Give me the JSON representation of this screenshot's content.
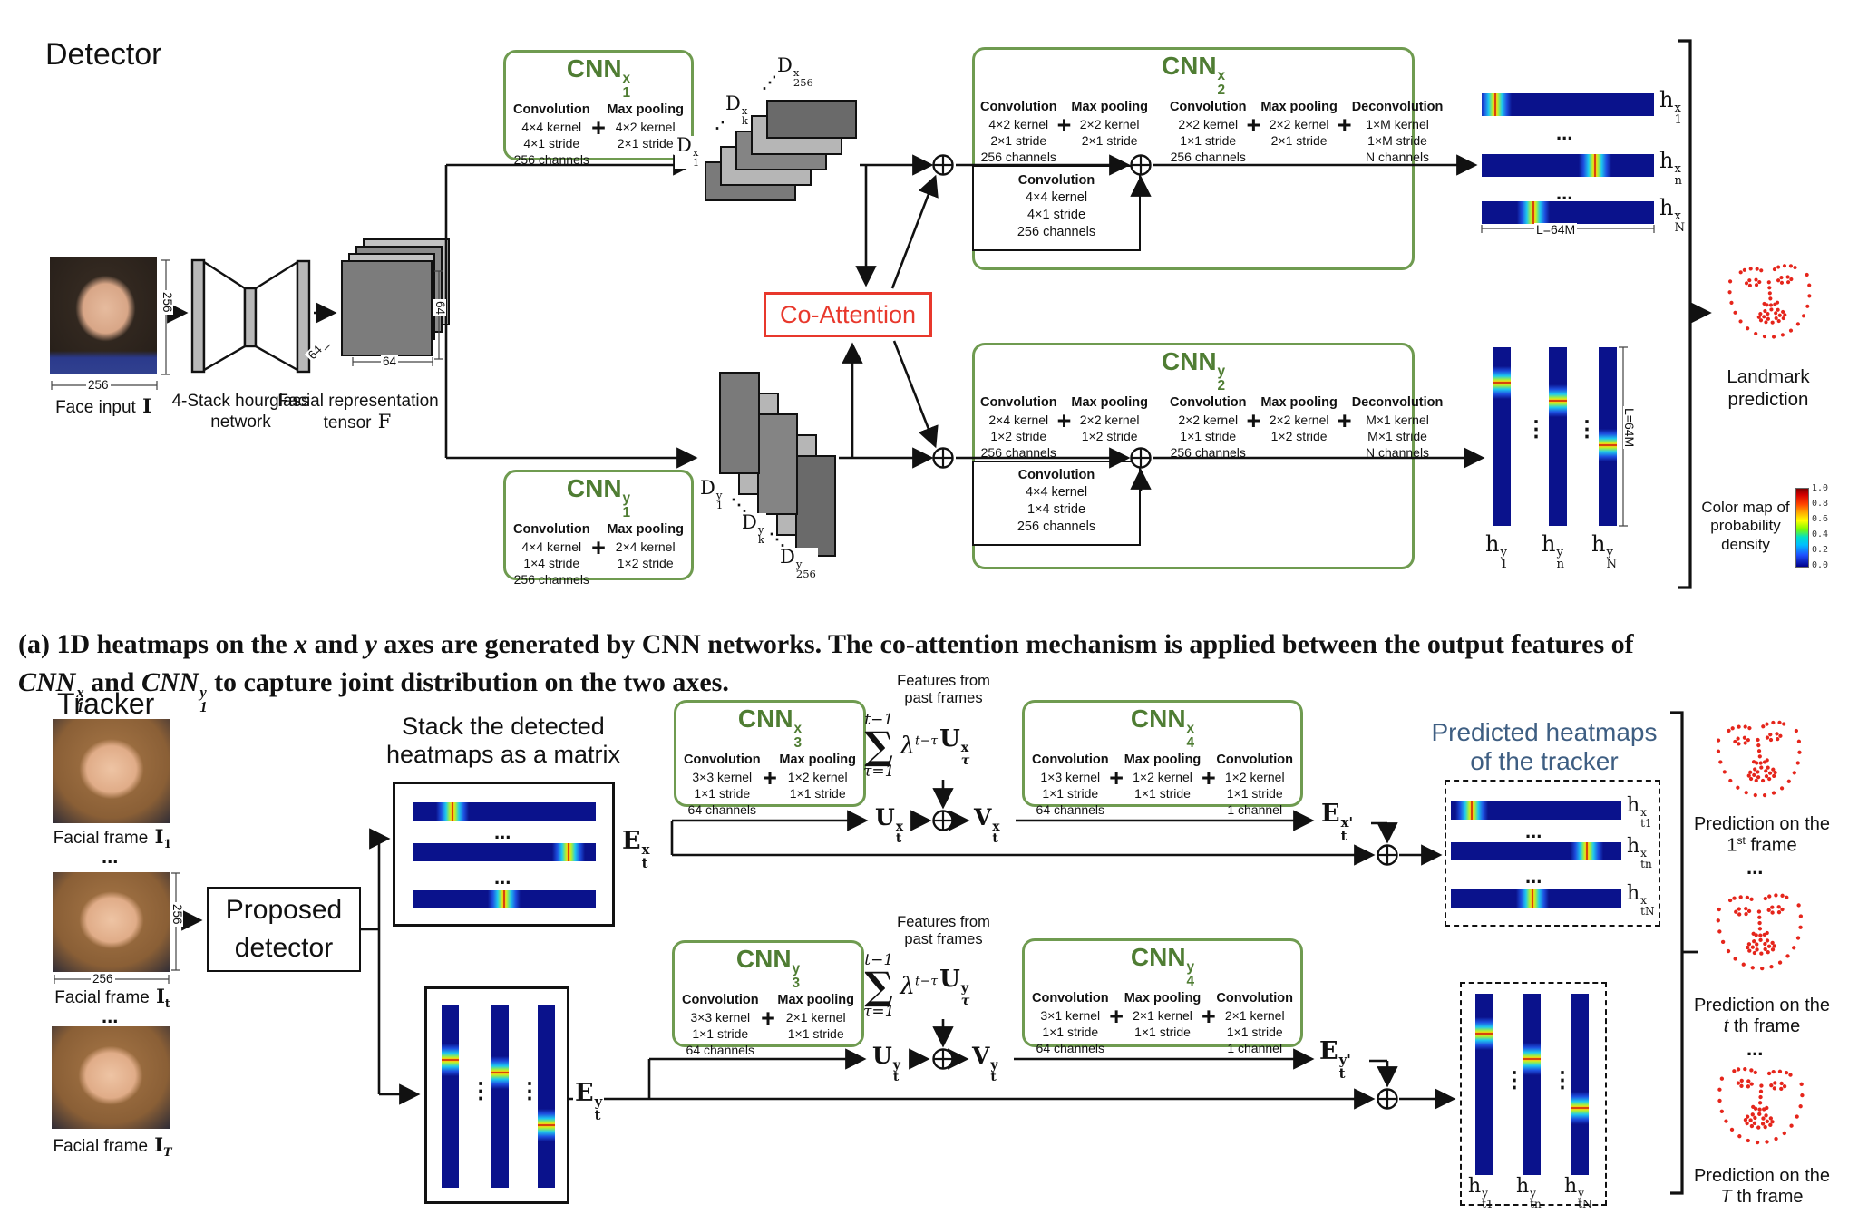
{
  "symbols": {
    "plus": "+",
    "hdots": "...",
    "vdots": "⋮",
    "udots": "⋰",
    "ddots": "⋱"
  },
  "colors": {
    "green_border": "#6f9b50",
    "green_text": "#4f7d33",
    "red": "#e8382c",
    "navy": "#0a128c",
    "steel_blue": "#3e5e82",
    "dot_red": "#e5251b"
  },
  "detector": {
    "title": "Detector",
    "face_label": "Face input",
    "face_sym": "I",
    "dim_256": "256",
    "dim_64": "64",
    "hourglass_label": "4-Stack hourglass network",
    "tensor_label": "Facial representation tensor",
    "tensor_sym": "F",
    "cnn1x": {
      "base": "CNN",
      "sub": "1",
      "sup": "x",
      "conv_title": "Convolution",
      "conv_lines": [
        "4×4 kernel",
        "4×1 stride",
        "256 channels"
      ],
      "pool_title": "Max pooling",
      "pool_lines": [
        "4×2 kernel",
        "2×1 stride"
      ]
    },
    "cnn1y": {
      "base": "CNN",
      "sub": "1",
      "sup": "y",
      "conv_title": "Convolution",
      "conv_lines": [
        "4×4 kernel",
        "1×4 stride",
        "256 channels"
      ],
      "pool_title": "Max pooling",
      "pool_lines": [
        "2×4 kernel",
        "1×2 stride"
      ]
    },
    "dx": [
      {
        "base": "D",
        "sub": "1",
        "sup": "x"
      },
      {
        "base": "D",
        "sub": "k",
        "sup": "x"
      },
      {
        "base": "D",
        "sub": "256",
        "sup": "x"
      }
    ],
    "dy": [
      {
        "base": "D",
        "sub": "1",
        "sup": "y"
      },
      {
        "base": "D",
        "sub": "k",
        "sup": "y"
      },
      {
        "base": "D",
        "sub": "256",
        "sup": "y"
      }
    ],
    "co_attention": "Co-Attention",
    "cnn2x": {
      "base": "CNN",
      "sub": "2",
      "sup": "x",
      "cols": [
        {
          "title": "Convolution",
          "lines": [
            "4×2 kernel",
            "2×1 stride",
            "256 channels"
          ]
        },
        {
          "title": "Max pooling",
          "lines": [
            "2×2 kernel",
            "2×1 stride"
          ]
        },
        {
          "title": "Convolution",
          "lines": [
            "2×2 kernel",
            "1×1 stride",
            "256 channels"
          ]
        },
        {
          "title": "Max pooling",
          "lines": [
            "2×2 kernel",
            "2×1 stride"
          ]
        },
        {
          "title": "Deconvolution",
          "lines": [
            "1×M kernel",
            "1×M stride",
            "N channels"
          ]
        }
      ],
      "inner_title": "Convolution",
      "inner_lines": [
        "4×4 kernel",
        "4×1 stride",
        "256 channels"
      ]
    },
    "cnn2y": {
      "base": "CNN",
      "sub": "2",
      "sup": "y",
      "cols": [
        {
          "title": "Convolution",
          "lines": [
            "2×4 kernel",
            "1×2 stride",
            "256 channels"
          ]
        },
        {
          "title": "Max pooling",
          "lines": [
            "2×2 kernel",
            "1×2 stride"
          ]
        },
        {
          "title": "Convolution",
          "lines": [
            "2×2 kernel",
            "1×1 stride",
            "256 channels"
          ]
        },
        {
          "title": "Max pooling",
          "lines": [
            "2×2 kernel",
            "1×2 stride"
          ]
        },
        {
          "title": "Deconvolution",
          "lines": [
            "M×1 kernel",
            "M×1 stride",
            "N channels"
          ]
        }
      ],
      "inner_title": "Convolution",
      "inner_lines": [
        "4×4 kernel",
        "1×4 stride",
        "256 channels"
      ]
    },
    "hx": [
      {
        "base": "h",
        "sub": "1",
        "sup": "x"
      },
      {
        "base": "h",
        "sub": "n",
        "sup": "x"
      },
      {
        "base": "h",
        "sub": "N",
        "sup": "x"
      }
    ],
    "hy": [
      {
        "base": "h",
        "sub": "1",
        "sup": "y"
      },
      {
        "base": "h",
        "sub": "n",
        "sup": "y"
      },
      {
        "base": "h",
        "sub": "N",
        "sup": "y"
      }
    ],
    "heatmap_dim": "L=64M",
    "landmark_label": "Landmark prediction",
    "colormap_label": "Color map of probability density",
    "colormap_ticks": [
      "1.0",
      "0.8",
      "0.6",
      "0.4",
      "0.2",
      "0.0"
    ]
  },
  "caption": {
    "a": "(a) 1D heatmaps on the ",
    "x": "x",
    "b": " and ",
    "y": "y",
    "c": " axes are generated by CNN networks. The co-attention mechanism is applied between the output features of",
    "cnn1": {
      "base": "CNN",
      "sub": "1",
      "sup": "x"
    },
    "d": " and ",
    "cnn2": {
      "base": "CNN",
      "sub": "1",
      "sup": "y"
    },
    "e": " to capture joint distribution on the two axes."
  },
  "tracker": {
    "title": "Tracker",
    "frames": [
      {
        "label": "Facial frame",
        "sym": "I",
        "sub": "1"
      },
      {
        "label": "Facial frame",
        "sym": "I",
        "sub": "t"
      },
      {
        "label": "Facial frame",
        "sym": "I",
        "sub": "T"
      }
    ],
    "dim_256": "256",
    "proposed_detector": "Proposed detector",
    "stack_line1": "Stack the detected",
    "stack_line2": "heatmaps as a matrix",
    "ex": {
      "base": "E",
      "sub": "t",
      "sup": "x"
    },
    "ey": {
      "base": "E",
      "sub": "t",
      "sup": "y"
    },
    "exp": {
      "base": "E",
      "sub": "t",
      "sup": "x'"
    },
    "eyp": {
      "base": "E",
      "sub": "t",
      "sup": "y'"
    },
    "cnn3x": {
      "base": "CNN",
      "sub": "3",
      "sup": "x",
      "conv_title": "Convolution",
      "conv_lines": [
        "3×3 kernel",
        "1×1 stride",
        "64 channels"
      ],
      "pool_title": "Max pooling",
      "pool_lines": [
        "1×2 kernel",
        "1×1 stride"
      ]
    },
    "cnn3y": {
      "base": "CNN",
      "sub": "3",
      "sup": "y",
      "conv_title": "Convolution",
      "conv_lines": [
        "3×3 kernel",
        "1×1 stride",
        "64 channels"
      ],
      "pool_title": "Max pooling",
      "pool_lines": [
        "2×1 kernel",
        "1×1 stride"
      ]
    },
    "cnn4x": {
      "base": "CNN",
      "sub": "4",
      "sup": "x",
      "cols": [
        {
          "title": "Convolution",
          "lines": [
            "1×3 kernel",
            "1×1 stride",
            "64 channels"
          ]
        },
        {
          "title": "Max pooling",
          "lines": [
            "1×2 kernel",
            "1×1 stride"
          ]
        },
        {
          "title": "Convolution",
          "lines": [
            "1×2 kernel",
            "1×1 stride",
            "1 channel"
          ]
        }
      ]
    },
    "cnn4y": {
      "base": "CNN",
      "sub": "4",
      "sup": "y",
      "cols": [
        {
          "title": "Convolution",
          "lines": [
            "3×1 kernel",
            "1×1 stride",
            "64 channels"
          ]
        },
        {
          "title": "Max pooling",
          "lines": [
            "2×1 kernel",
            "1×1 stride"
          ]
        },
        {
          "title": "Convolution",
          "lines": [
            "2×1 kernel",
            "1×1 stride",
            "1 channel"
          ]
        }
      ]
    },
    "features_line1": "Features from",
    "features_line2": "past frames",
    "sum_top": "t−1",
    "sum_bot": "τ=1",
    "sigma": "∑",
    "lambda": "λ",
    "lambda_sup": "t−τ",
    "u_tau_x": {
      "base": "U",
      "sub": "τ",
      "sup": "x"
    },
    "u_tau_y": {
      "base": "U",
      "sub": "τ",
      "sup": "y"
    },
    "ux": {
      "base": "U",
      "sub": "t",
      "sup": "x"
    },
    "vx": {
      "base": "V",
      "sub": "t",
      "sup": "x"
    },
    "uy": {
      "base": "U",
      "sub": "t",
      "sup": "y"
    },
    "vy": {
      "base": "V",
      "sub": "t",
      "sup": "y"
    },
    "pred_line1": "Predicted heatmaps",
    "pred_line2": "of the tracker",
    "htx": [
      {
        "base": "h",
        "sub": "t1",
        "sup": "x"
      },
      {
        "base": "h",
        "sub": "tn",
        "sup": "x"
      },
      {
        "base": "h",
        "sub": "tN",
        "sup": "x"
      }
    ],
    "hty": [
      {
        "base": "h",
        "sub": "t1",
        "sup": "y"
      },
      {
        "base": "h",
        "sub": "tn",
        "sup": "y"
      },
      {
        "base": "h",
        "sub": "tN",
        "sup": "y"
      }
    ],
    "predictions": [
      {
        "line1": "Prediction on the",
        "num": "1",
        "numsup": "st",
        "rest": " frame"
      },
      {
        "line1": "Prediction on the",
        "var": "t",
        "rest": " th frame"
      },
      {
        "line1": "Prediction on the",
        "var": "T",
        "rest": " th frame"
      }
    ]
  }
}
